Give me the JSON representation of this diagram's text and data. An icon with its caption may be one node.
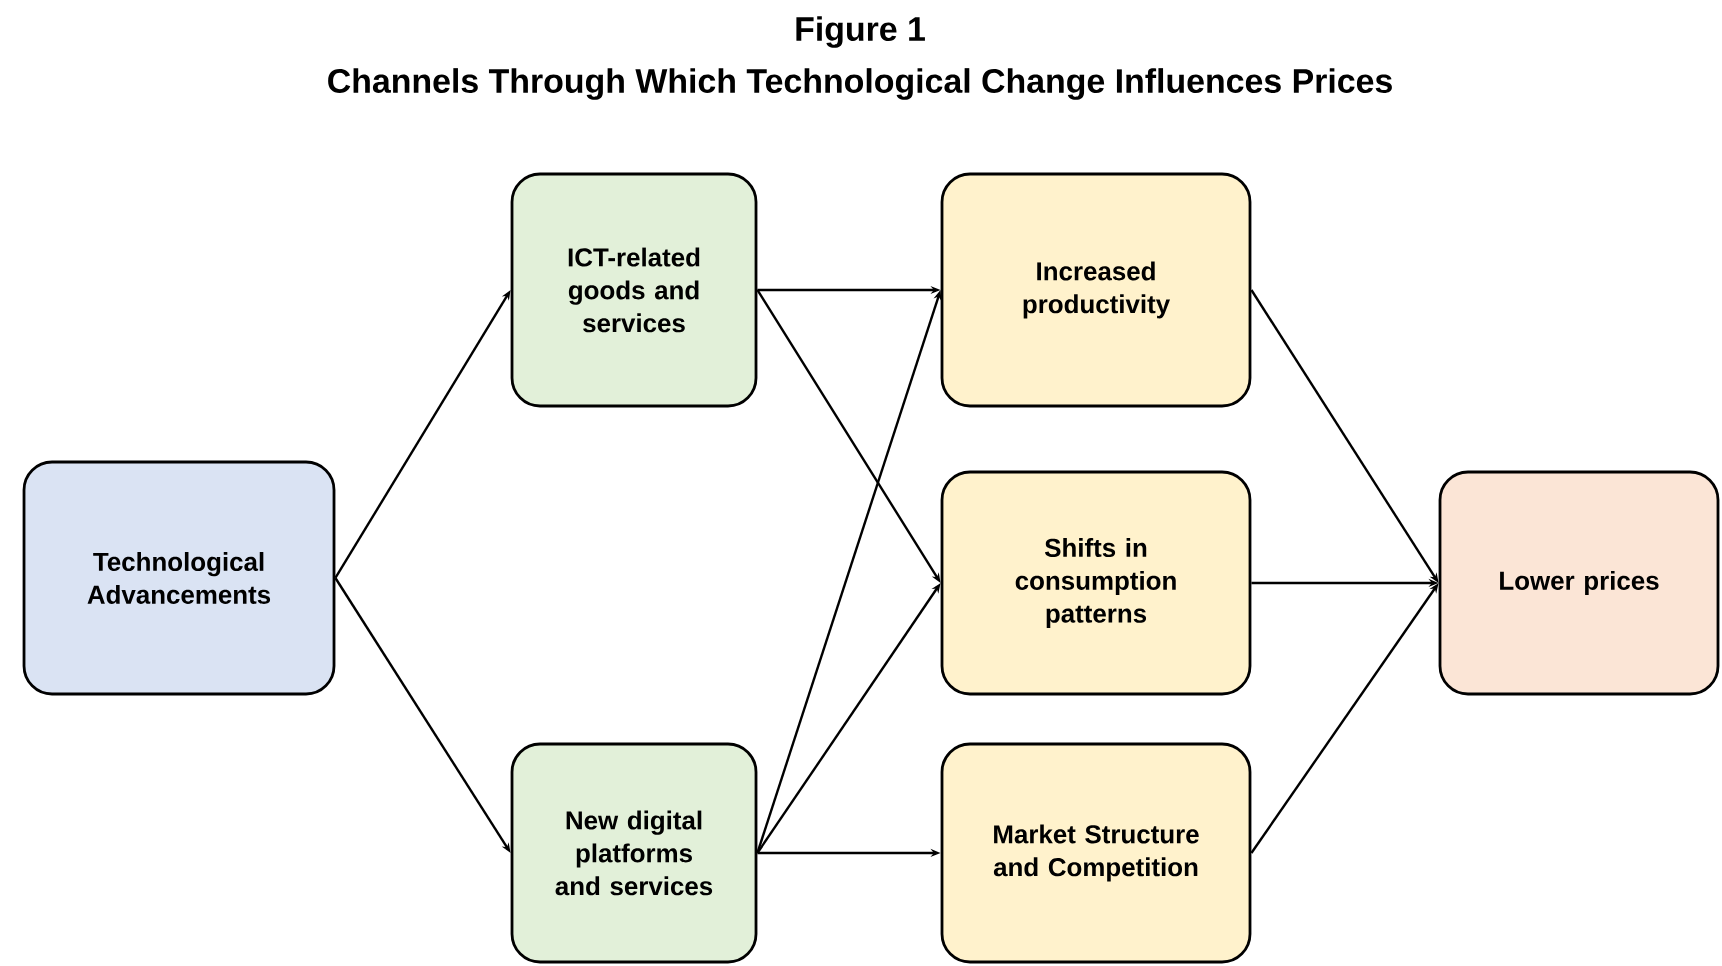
{
  "diagram": {
    "title": "Channels Through Which Technological Change Influences Prices",
    "nodes": [
      {
        "text": [
          "Technological Advancements"
        ]
      },
      {
        "text": [
          "ICT-related goods and services"
        ]
      },
      {
        "text": [
          "New digital platforms and services"
        ]
      },
      {
        "text": [
          "Increased productivity"
        ]
      },
      {
        "text": [
          "Shifts in consumption patterns"
        ]
      },
      {
        "text": [
          "Market Structure and Competition"
        ]
      },
      {
        "text": [
          "Lower prices"
        ]
      }
    ],
    "edges": [
      {
        "from": 0,
        "to": 1,
        "arrow": "to"
      },
      {
        "from": 0,
        "to": 2,
        "arrow": "to"
      },
      {
        "from": 1,
        "to": 3,
        "arrow": "to"
      },
      {
        "from": 1,
        "to": 4,
        "arrow": "to"
      },
      {
        "from": 2,
        "to": 3,
        "arrow": "to"
      },
      {
        "from": 2,
        "to": 4,
        "arrow": "to"
      },
      {
        "from": 2,
        "to": 5,
        "arrow": "to"
      },
      {
        "from": 3,
        "to": 6,
        "arrow": "to"
      },
      {
        "from": 4,
        "to": 6,
        "arrow": "to"
      },
      {
        "from": 5,
        "to": 6,
        "arrow": "to"
      }
    ],
    "labels": [
      "Figure 1"
    ]
  }
}
